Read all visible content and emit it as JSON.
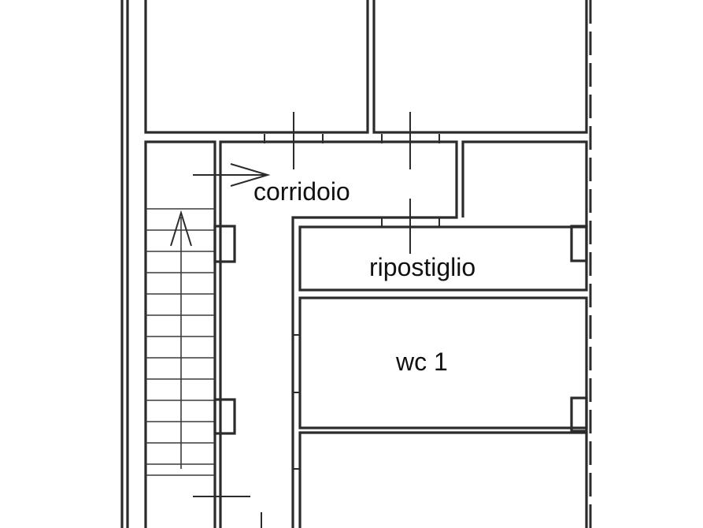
{
  "rooms": {
    "corridor": "corridoio",
    "storage": "ripostiglio",
    "wc": "wc 1"
  }
}
